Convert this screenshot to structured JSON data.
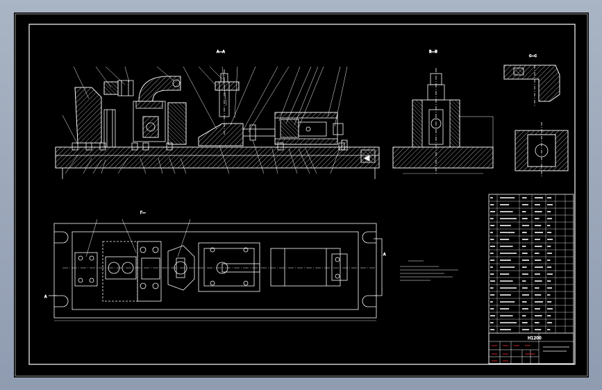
{
  "view_labels": {
    "section_aa": "A—A",
    "section_bb": "B—B",
    "section_cc": "C—C",
    "plan": "Γ—",
    "arrow_a": "A",
    "title_block_code": "H1200"
  },
  "colors": {
    "background": "#000000",
    "line": "#ffffff",
    "leader": "#ffffff",
    "dimension": "#ffffff",
    "hatch": "#cfcfcf",
    "title_block_accent": "#ff3030"
  }
}
